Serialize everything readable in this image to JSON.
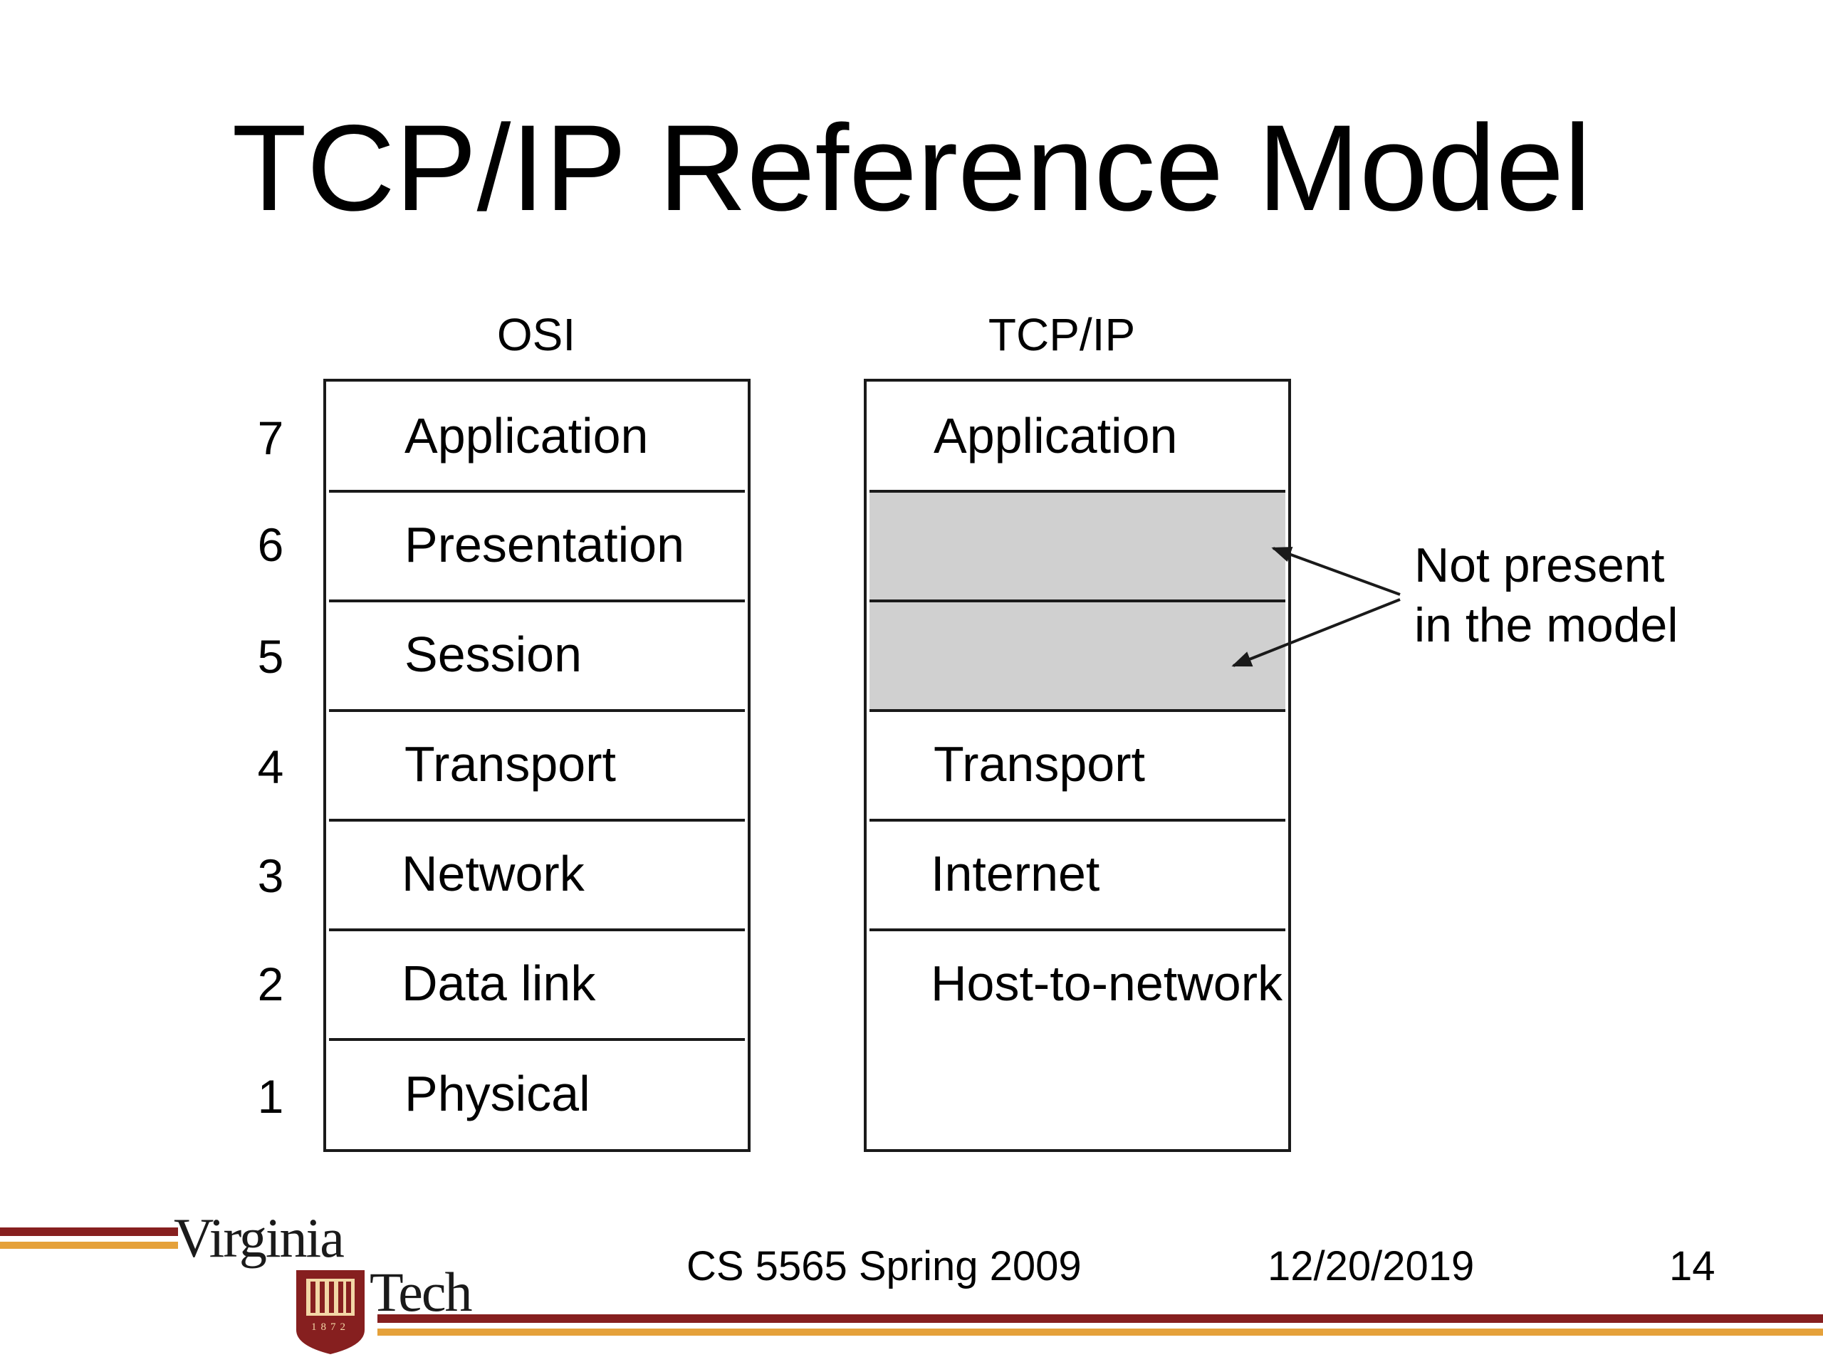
{
  "title": "TCP/IP Reference Model",
  "osi": {
    "heading": "OSI",
    "layers": [
      {
        "number": "7",
        "label": "Application"
      },
      {
        "number": "6",
        "label": "Presentation"
      },
      {
        "number": "5",
        "label": "Session"
      },
      {
        "number": "4",
        "label": "Transport"
      },
      {
        "number": "3",
        "label": "Network"
      },
      {
        "number": "2",
        "label": "Data link"
      },
      {
        "number": "1",
        "label": "Physical"
      }
    ]
  },
  "tcpip": {
    "heading": "TCP/IP",
    "layers": [
      {
        "label": "Application"
      },
      {
        "label": ""
      },
      {
        "label": ""
      },
      {
        "label": "Transport"
      },
      {
        "label": "Internet"
      },
      {
        "label": "Host-to-network"
      }
    ],
    "shade_color": "#d0d0d0"
  },
  "annotation": {
    "line1": "Not present",
    "line2": "in the model"
  },
  "footer": {
    "logo_word1": "Virginia",
    "logo_word2": "Tech",
    "logo_year": "1872",
    "course": "CS 5565 Spring 2009",
    "date": "12/20/2019",
    "page": "14",
    "maroon": "#861f1f",
    "orange": "#e5a13a"
  }
}
